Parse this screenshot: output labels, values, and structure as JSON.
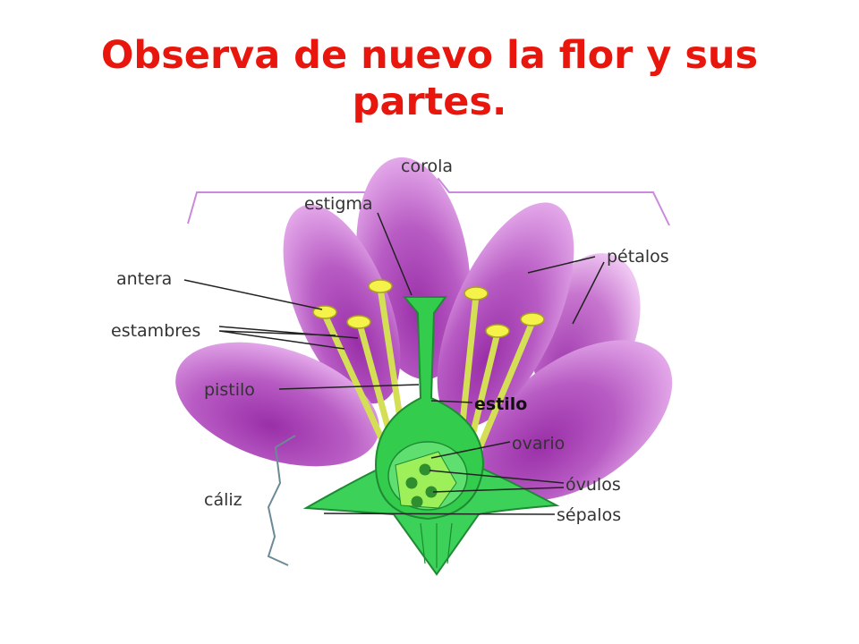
{
  "title": {
    "line1": "Observa de nuevo la flor y sus",
    "line2": "partes."
  },
  "labels": {
    "corola": "corola",
    "estigma": "estigma",
    "antera": "antera",
    "estambres": "estambres",
    "petalos": "pétalos",
    "pistilo": "pistilo",
    "estilo": "estilo",
    "ovario": "ovario",
    "ovulos": "óvulos",
    "caliz": "cáliz",
    "sepalos": "sépalos"
  },
  "colors": {
    "title": "#e8160c",
    "petal": "#b64ec0",
    "petal_light": "#e7b2ea",
    "pistil": "#33cc4d",
    "stamen": "#d7e05a",
    "anther": "#f5f24a",
    "ovule": "#2f8f2f",
    "bracket": "#cc88dd"
  }
}
